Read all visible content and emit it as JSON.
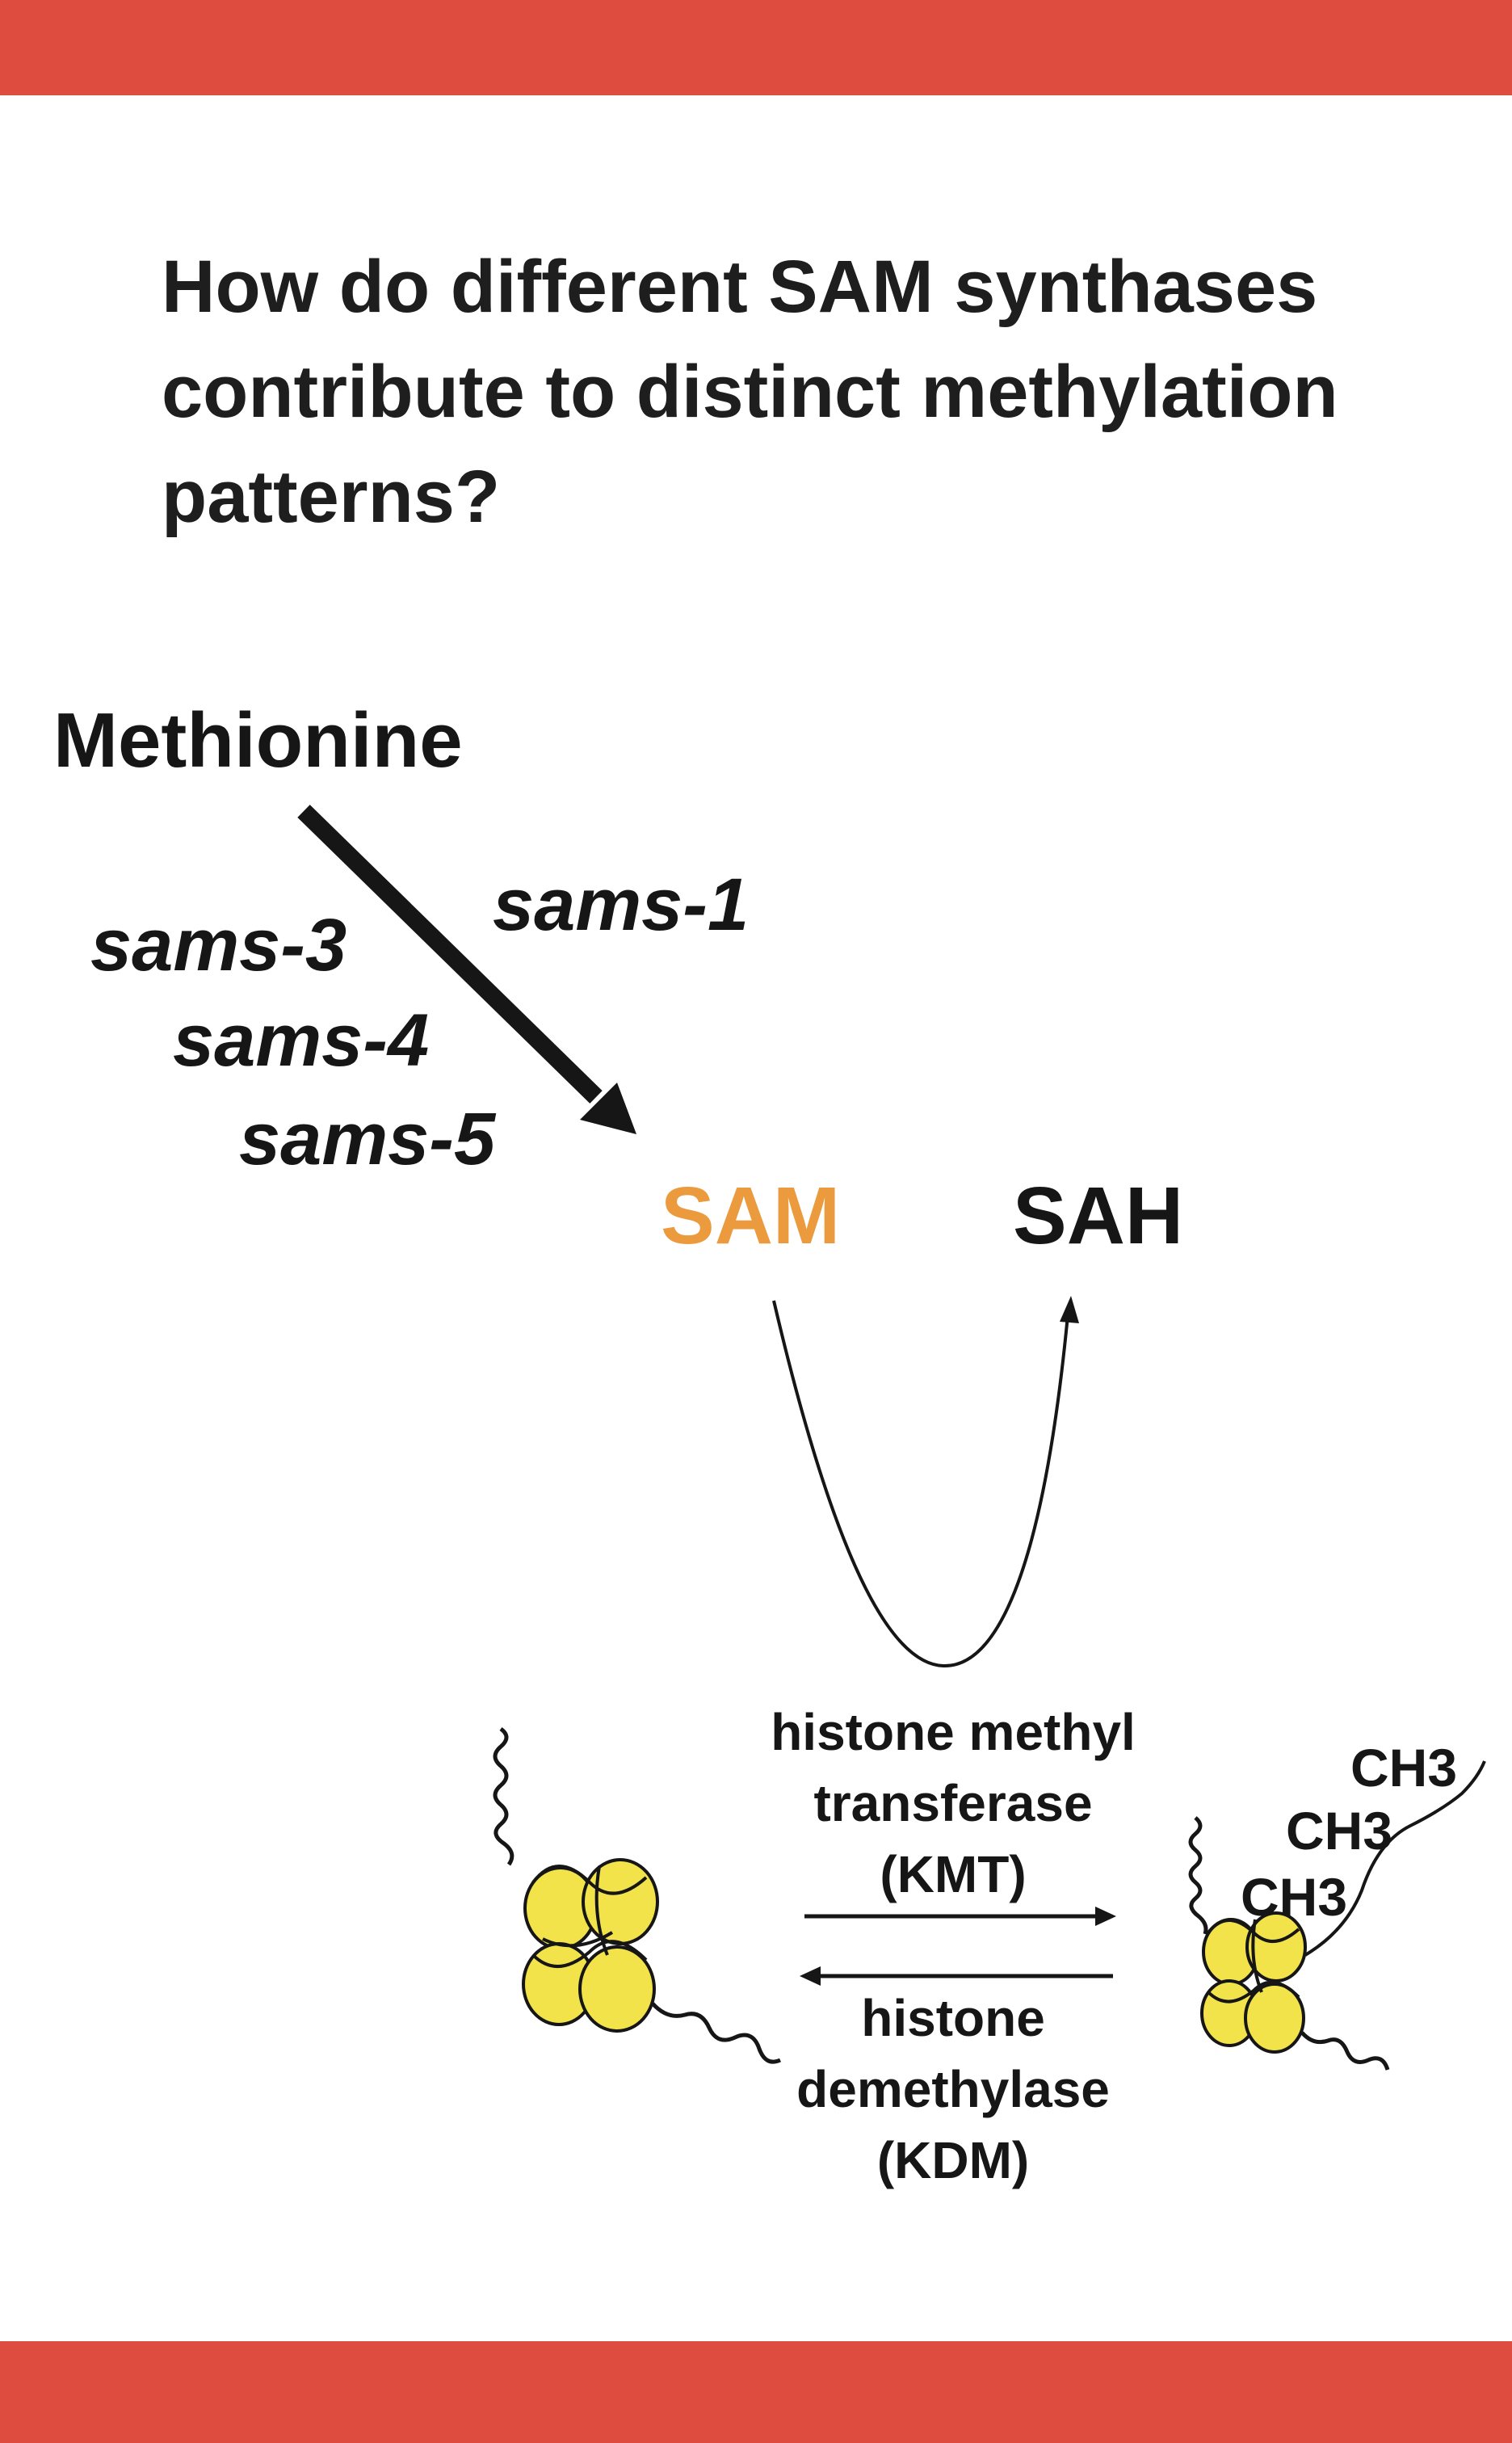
{
  "colors": {
    "banner": "#de4b3f",
    "sam": "#eb9a3d",
    "nucleosome": "#f2e34b",
    "text": "#161616"
  },
  "question": "How do different SAM synthases contribute to distinct methylation patterns?",
  "substrate": "Methionine",
  "genes": [
    "sams-1",
    "sams-3",
    "sams-4",
    "sams-5"
  ],
  "sam": "SAM",
  "sah": "SAH",
  "forward_enzyme": [
    "histone methyl",
    "transferase",
    "(KMT)"
  ],
  "reverse_enzyme": [
    "histone",
    "demethylase",
    "(KDM)"
  ],
  "methyl_groups": [
    "CH3",
    "CH3",
    "CH3"
  ],
  "icons": [
    "nucleosome-icon",
    "methylated-nucleosome-icon"
  ]
}
